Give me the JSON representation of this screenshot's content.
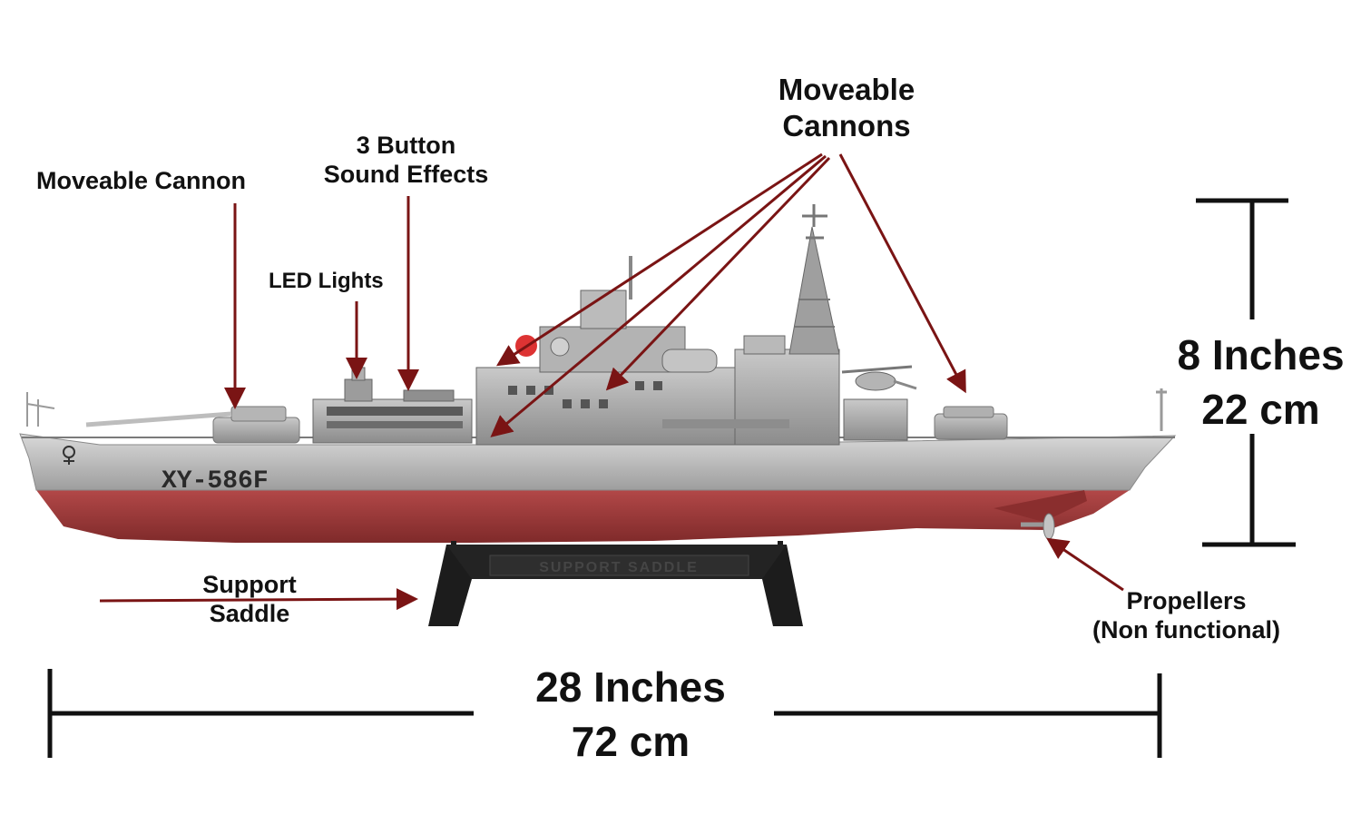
{
  "labels": {
    "moveable_cannon": "Moveable Cannon",
    "sound_effects_line1": "3 Button",
    "sound_effects_line2": "Sound Effects",
    "led_lights": "LED Lights",
    "moveable_cannons_line1": "Moveable",
    "moveable_cannons_line2": "Cannons",
    "support_saddle_line1": "Support",
    "support_saddle_line2": "Saddle",
    "propellers_line1": "Propellers",
    "propellers_line2": "(Non functional)"
  },
  "dimensions": {
    "height_inches": "8 Inches",
    "height_cm": "22 cm",
    "length_inches": "28 Inches",
    "length_cm": "72 cm"
  },
  "ship": {
    "hull_number": "XY-586F",
    "saddle_text": "SUPPORT SADDLE"
  },
  "colors": {
    "arrow": "#7a1414",
    "hull_upper": "#bcbcbc",
    "hull_lower": "#a33b3b",
    "superstructure": "#a7a7a7",
    "saddle": "#1f1f1f",
    "dimension_line": "#111111"
  }
}
